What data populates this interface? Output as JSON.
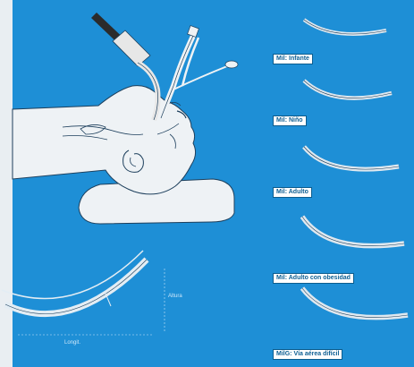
{
  "colors": {
    "background": "#1e8fd6",
    "patient": "#eef2f5",
    "outline": "#1d3f5c",
    "blade": "#dfe8ef",
    "label_bg": "#ffffff",
    "label_text": "#0e5f93"
  },
  "blades": [
    {
      "label": "Mil: Infante"
    },
    {
      "label": "Mil: Niño"
    },
    {
      "label": "Mil: Adulto"
    },
    {
      "label": "Mil: Adulto con obesidad"
    },
    {
      "label": "MilG: Vía aérea difícil"
    }
  ],
  "measure": {
    "length_label": "Longit.",
    "height_label": "Altura"
  }
}
